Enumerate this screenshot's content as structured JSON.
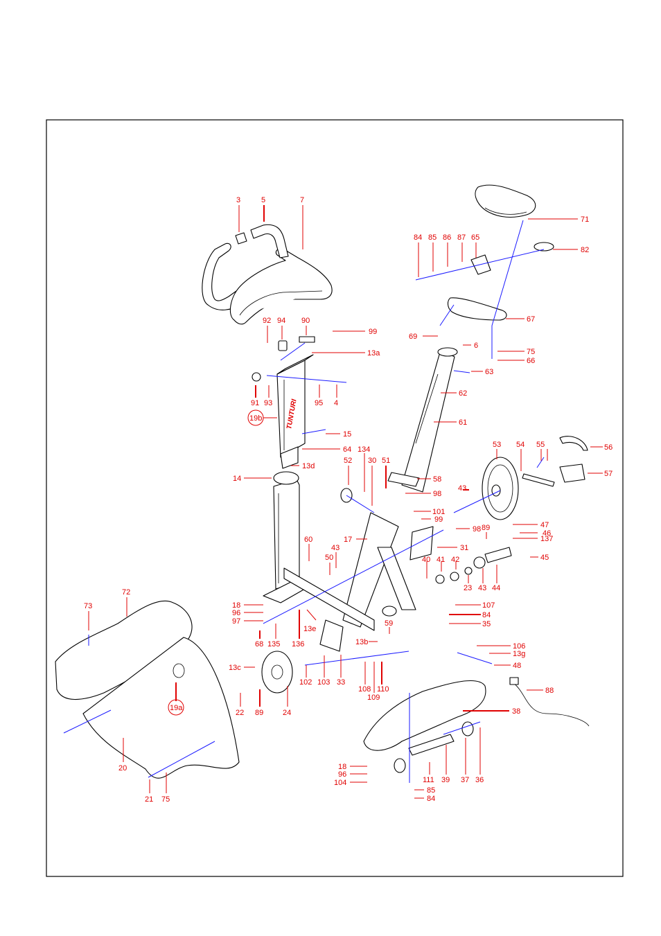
{
  "brand_text": "TUNTURI",
  "colors": {
    "label": "#e00000",
    "axis": "#1a1aff",
    "line": "#000000"
  },
  "labels": {
    "p3": "3",
    "p5": "5",
    "p7": "7",
    "p92": "92",
    "p94": "94",
    "p90": "90",
    "p99a": "99",
    "p13a": "13a",
    "p91": "91",
    "p93": "93",
    "p95": "95",
    "p4": "4",
    "p19b": "19b",
    "p15": "15",
    "p64": "64",
    "p13d": "13d",
    "p14": "14",
    "p84a": "84",
    "p85a": "85",
    "p86": "86",
    "p87": "87",
    "p65": "65",
    "p71": "71",
    "p82": "82",
    "p67": "67",
    "p69": "69",
    "p6": "6",
    "p75a": "75",
    "p66": "66",
    "p63": "63",
    "p62": "62",
    "p61": "61",
    "p52": "52",
    "p134": "134",
    "p30": "30",
    "p51": "51",
    "p58": "58",
    "p98a": "98",
    "p101": "101",
    "p99b": "99",
    "p53": "53",
    "p54": "54",
    "p55": "55",
    "p56": "56",
    "p57": "57",
    "p43a": "43",
    "p60": "60",
    "p43b": "43",
    "p50": "50",
    "p17": "17",
    "p98b": "98",
    "p31": "31",
    "p89a": "89",
    "p47": "47",
    "p46": "46",
    "p137": "137",
    "p40": "40",
    "p41": "41",
    "p42": "42",
    "p45": "45",
    "p23": "23",
    "p43c": "43",
    "p44": "44",
    "p18a": "18",
    "p96a": "96",
    "p97": "97",
    "p68": "68",
    "p135": "135",
    "p136": "136",
    "p13e": "13e",
    "p59": "59",
    "p13b": "13b",
    "p107": "107",
    "p84b": "84",
    "p35": "35",
    "p106": "106",
    "p13g": "13g",
    "p48": "48",
    "p88": "88",
    "p73": "73",
    "p72": "72",
    "p19a": "19a",
    "p13c": "13c",
    "p102": "102",
    "p103": "103",
    "p33": "33",
    "p108": "108",
    "p109": "109",
    "p110": "110",
    "p22": "22",
    "p89b": "89",
    "p24": "24",
    "p38": "38",
    "p20": "20",
    "p18b": "18",
    "p96b": "96",
    "p104": "104",
    "p111": "111",
    "p39": "39",
    "p37": "37",
    "p36": "36",
    "p85b": "85",
    "p84c": "84",
    "p21": "21",
    "p75b": "75"
  }
}
